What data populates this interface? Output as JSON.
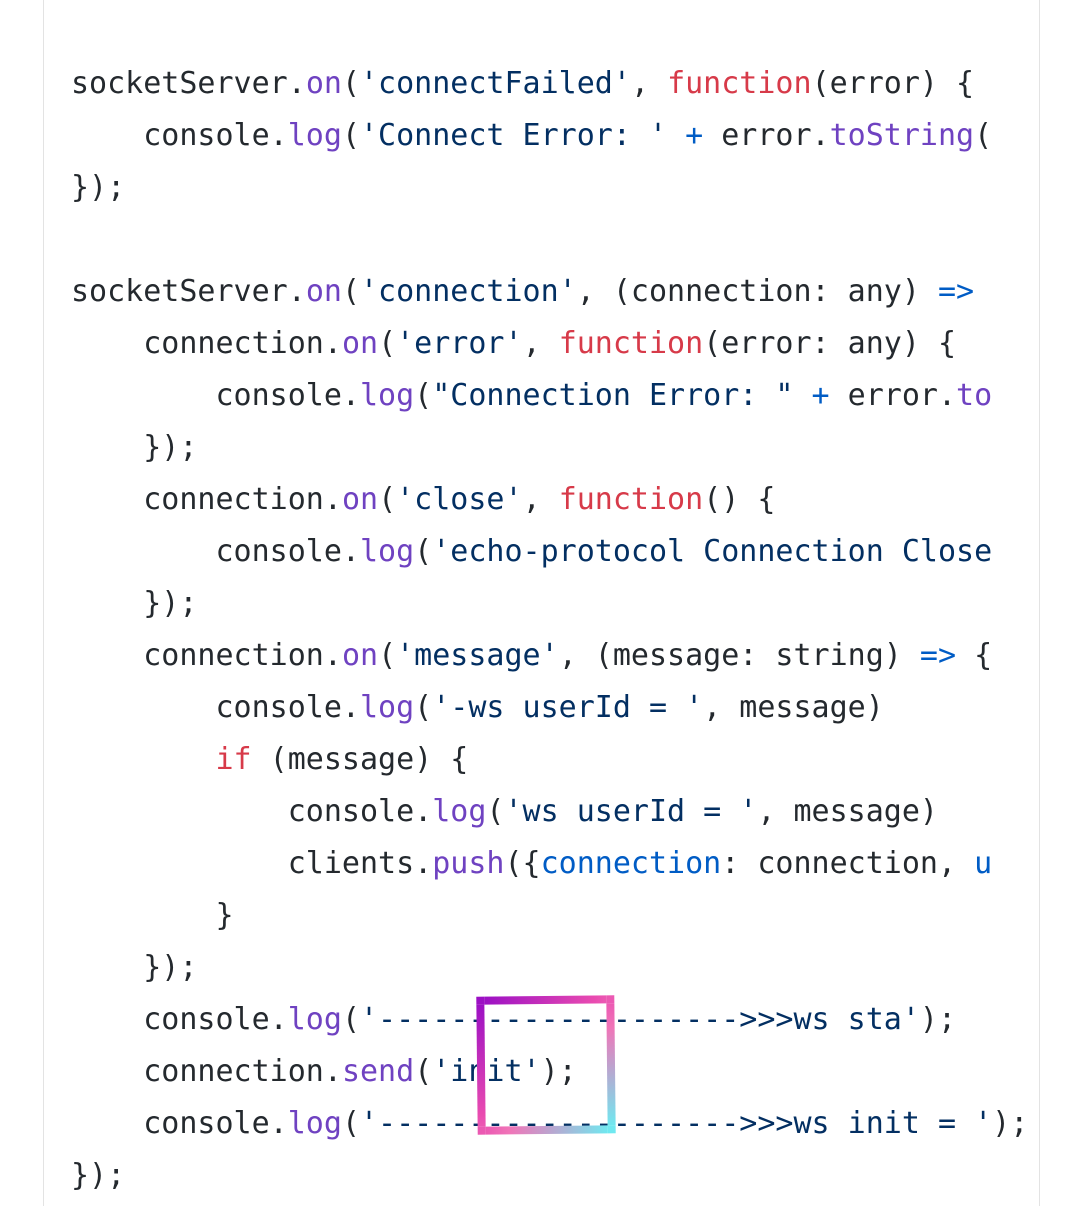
{
  "code_lines": [
    [
      [
        "socketServer.",
        "plain"
      ],
      [
        "on",
        "method"
      ],
      [
        "(",
        "plain"
      ],
      [
        "'connectFailed'",
        "string"
      ],
      [
        ", ",
        "plain"
      ],
      [
        "function",
        "keyword"
      ],
      [
        "(error) {",
        "plain"
      ]
    ],
    [
      [
        "    console.",
        "plain"
      ],
      [
        "log",
        "method"
      ],
      [
        "(",
        "plain"
      ],
      [
        "'Connect Error: '",
        "string"
      ],
      [
        " ",
        "plain"
      ],
      [
        "+",
        "op"
      ],
      [
        " error.",
        "plain"
      ],
      [
        "toString",
        "method"
      ],
      [
        "(",
        "plain"
      ]
    ],
    [
      [
        "});",
        "plain"
      ]
    ],
    [
      [
        "",
        "plain"
      ]
    ],
    [
      [
        "socketServer.",
        "plain"
      ],
      [
        "on",
        "method"
      ],
      [
        "(",
        "plain"
      ],
      [
        "'connection'",
        "string"
      ],
      [
        ", (connection: any) ",
        "plain"
      ],
      [
        "=>",
        "op"
      ]
    ],
    [
      [
        "    connection.",
        "plain"
      ],
      [
        "on",
        "method"
      ],
      [
        "(",
        "plain"
      ],
      [
        "'error'",
        "string"
      ],
      [
        ", ",
        "plain"
      ],
      [
        "function",
        "keyword"
      ],
      [
        "(error: any) {",
        "plain"
      ]
    ],
    [
      [
        "        console.",
        "plain"
      ],
      [
        "log",
        "method"
      ],
      [
        "(",
        "plain"
      ],
      [
        "\"Connection Error: \"",
        "string"
      ],
      [
        " ",
        "plain"
      ],
      [
        "+",
        "op"
      ],
      [
        " error.",
        "plain"
      ],
      [
        "to",
        "method"
      ]
    ],
    [
      [
        "    });",
        "plain"
      ]
    ],
    [
      [
        "    connection.",
        "plain"
      ],
      [
        "on",
        "method"
      ],
      [
        "(",
        "plain"
      ],
      [
        "'close'",
        "string"
      ],
      [
        ", ",
        "plain"
      ],
      [
        "function",
        "keyword"
      ],
      [
        "() {",
        "plain"
      ]
    ],
    [
      [
        "        console.",
        "plain"
      ],
      [
        "log",
        "method"
      ],
      [
        "(",
        "plain"
      ],
      [
        "'echo-protocol Connection Close",
        "string"
      ]
    ],
    [
      [
        "    });",
        "plain"
      ]
    ],
    [
      [
        "    connection.",
        "plain"
      ],
      [
        "on",
        "method"
      ],
      [
        "(",
        "plain"
      ],
      [
        "'message'",
        "string"
      ],
      [
        ", (message: string) ",
        "plain"
      ],
      [
        "=>",
        "op"
      ],
      [
        " {",
        "plain"
      ]
    ],
    [
      [
        "        console.",
        "plain"
      ],
      [
        "log",
        "method"
      ],
      [
        "(",
        "plain"
      ],
      [
        "'-ws userId = '",
        "string"
      ],
      [
        ", message)",
        "plain"
      ]
    ],
    [
      [
        "        ",
        "plain"
      ],
      [
        "if",
        "keyword"
      ],
      [
        " (message) {",
        "plain"
      ]
    ],
    [
      [
        "            console.",
        "plain"
      ],
      [
        "log",
        "method"
      ],
      [
        "(",
        "plain"
      ],
      [
        "'ws userId = '",
        "string"
      ],
      [
        ", message)",
        "plain"
      ]
    ],
    [
      [
        "            clients.",
        "plain"
      ],
      [
        "push",
        "method"
      ],
      [
        "({",
        "plain"
      ],
      [
        "connection",
        "prop"
      ],
      [
        ": connection, ",
        "plain"
      ],
      [
        "u",
        "prop"
      ]
    ],
    [
      [
        "        }",
        "plain"
      ]
    ],
    [
      [
        "    });",
        "plain"
      ]
    ],
    [
      [
        "    console.",
        "plain"
      ],
      [
        "log",
        "method"
      ],
      [
        "(",
        "plain"
      ],
      [
        "'-------------------->>>ws sta'",
        "string"
      ],
      [
        ");",
        "plain"
      ]
    ],
    [
      [
        "    connection.",
        "plain"
      ],
      [
        "send",
        "method"
      ],
      [
        "(",
        "plain"
      ],
      [
        "'init'",
        "string"
      ],
      [
        ");",
        "plain"
      ]
    ],
    [
      [
        "    console.",
        "plain"
      ],
      [
        "log",
        "method"
      ],
      [
        "(",
        "plain"
      ],
      [
        "'-------------------->>>ws init = '",
        "string"
      ],
      [
        ");",
        "plain"
      ]
    ],
    [
      [
        "});",
        "plain"
      ]
    ]
  ],
  "colors": {
    "plain": "#24292e",
    "method": "#6f42c1",
    "string": "#032f62",
    "keyword": "#d73a49",
    "op": "#005cc5"
  }
}
